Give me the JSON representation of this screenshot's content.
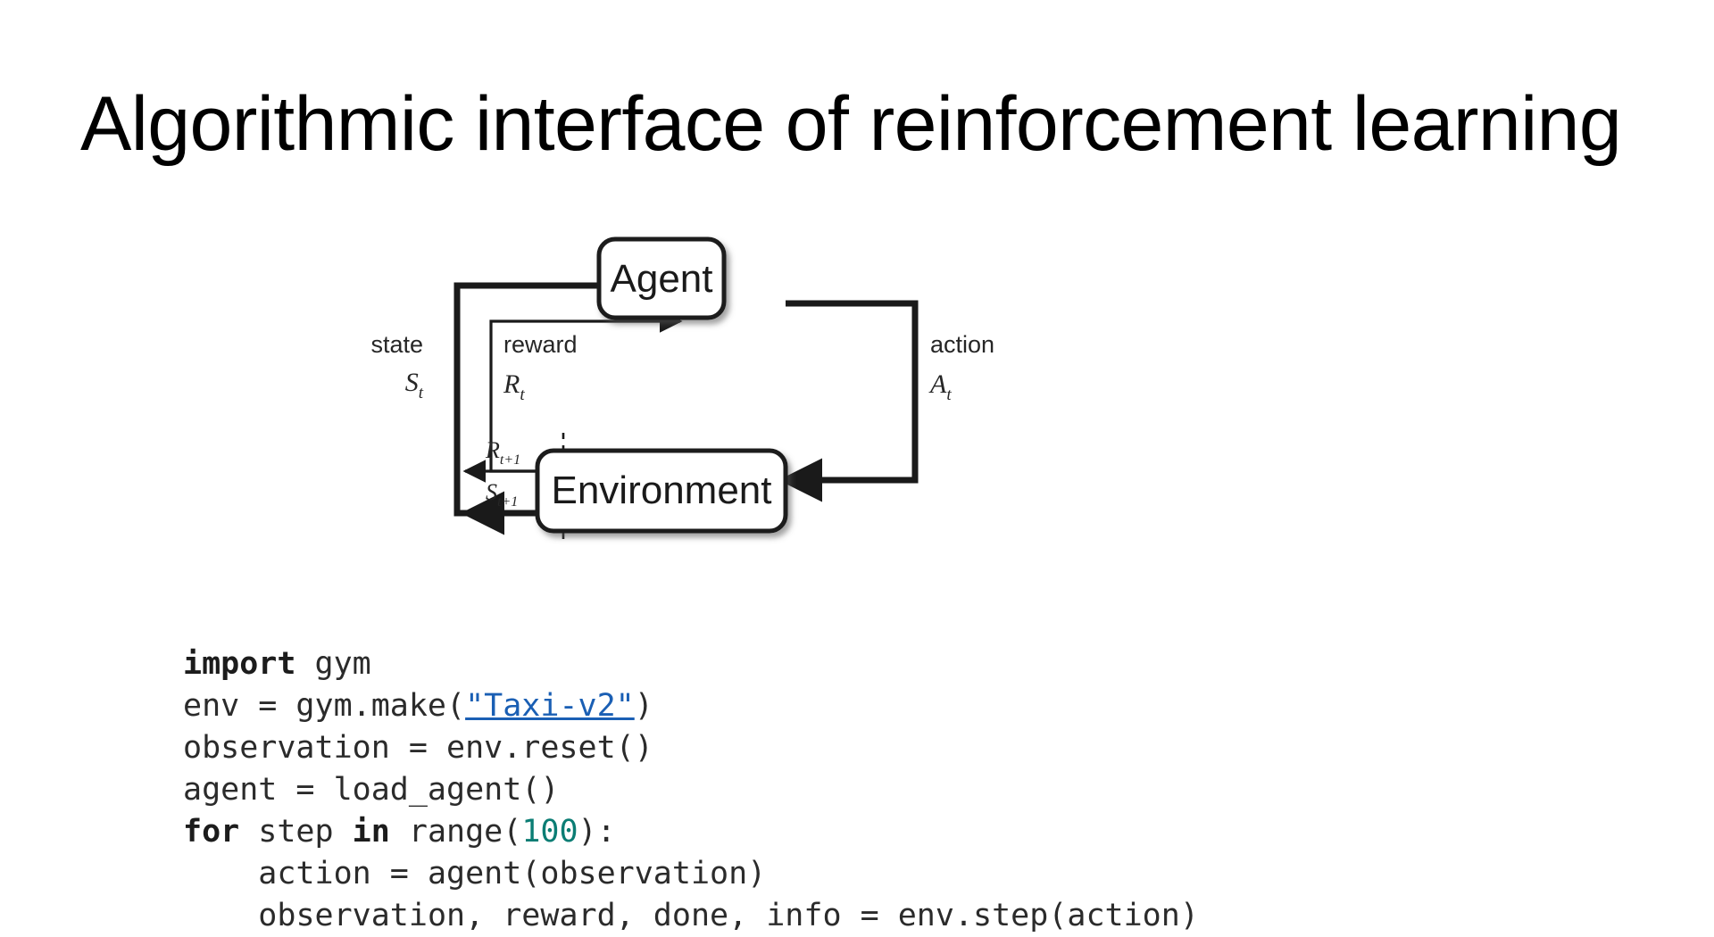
{
  "slide": {
    "title": "Algorithmic interface of reinforcement learning",
    "background_color": "#ffffff",
    "text_color": "#000000"
  },
  "diagram": {
    "name": "agent-environment-interaction-loop",
    "nodes": [
      {
        "id": "agent",
        "label": "Agent"
      },
      {
        "id": "environment",
        "label": "Environment"
      }
    ],
    "edges": [
      {
        "id": "state",
        "word": "state",
        "symbol": "S",
        "subscript": "t",
        "weight": "thick"
      },
      {
        "id": "reward",
        "word": "reward",
        "symbol": "R",
        "subscript": "t",
        "weight": "thin"
      },
      {
        "id": "action",
        "word": "action",
        "symbol": "A",
        "subscript": "t",
        "weight": "thick"
      },
      {
        "id": "reward-next",
        "word": "",
        "symbol": "R",
        "subscript": "t+1",
        "weight": "thin"
      },
      {
        "id": "state-next",
        "word": "",
        "symbol": "S",
        "subscript": "t+1",
        "weight": "thick"
      }
    ],
    "labels": {
      "agent": "Agent",
      "environment": "Environment",
      "state_word": "state",
      "reward_word": "reward",
      "action_word": "action",
      "state_sym": "S",
      "state_sub": "t",
      "reward_sym": "R",
      "reward_sub": "t",
      "action_sym": "A",
      "action_sub": "t",
      "reward_next_sym": "R",
      "reward_next_sub": "t+1",
      "state_next_sym": "S",
      "state_next_sub": "t+1"
    },
    "stroke_color": "#1a1a1a",
    "fill_color": "#ffffff"
  },
  "code": {
    "language": "python",
    "keyword_color": "#1c1c1c",
    "number_color": "#0b7d74",
    "link_color": "#1a5fb4",
    "lines": [
      {
        "indent": 0,
        "tokens": [
          {
            "t": "import",
            "k": "kw"
          },
          {
            "t": " gym",
            "k": "plain"
          }
        ]
      },
      {
        "indent": 0,
        "tokens": [
          {
            "t": "env = gym.make(",
            "k": "plain"
          },
          {
            "t": "\"Taxi-v2\"",
            "k": "link"
          },
          {
            "t": ")",
            "k": "plain"
          }
        ]
      },
      {
        "indent": 0,
        "tokens": [
          {
            "t": "observation = env.reset()",
            "k": "plain"
          }
        ]
      },
      {
        "indent": 0,
        "tokens": [
          {
            "t": "agent = load_agent()",
            "k": "plain"
          }
        ]
      },
      {
        "indent": 0,
        "tokens": [
          {
            "t": "for",
            "k": "kw"
          },
          {
            "t": " step ",
            "k": "plain"
          },
          {
            "t": "in",
            "k": "kw"
          },
          {
            "t": " range(",
            "k": "plain"
          },
          {
            "t": "100",
            "k": "num"
          },
          {
            "t": "):",
            "k": "plain"
          }
        ]
      },
      {
        "indent": 1,
        "tokens": [
          {
            "t": "action = agent(observation)",
            "k": "plain"
          }
        ]
      },
      {
        "indent": 1,
        "tokens": [
          {
            "t": "observation, reward, done, info = env.step(action)",
            "k": "plain"
          }
        ]
      }
    ],
    "plain_text": [
      "import gym",
      "env = gym.make(\"Taxi-v2\")",
      "observation = env.reset()",
      "agent = load_agent()",
      "for step in range(100):",
      "    action = agent(observation)",
      "    observation, reward, done, info = env.step(action)"
    ],
    "link_text": "\"Taxi-v2\"",
    "loop_count": "100"
  }
}
